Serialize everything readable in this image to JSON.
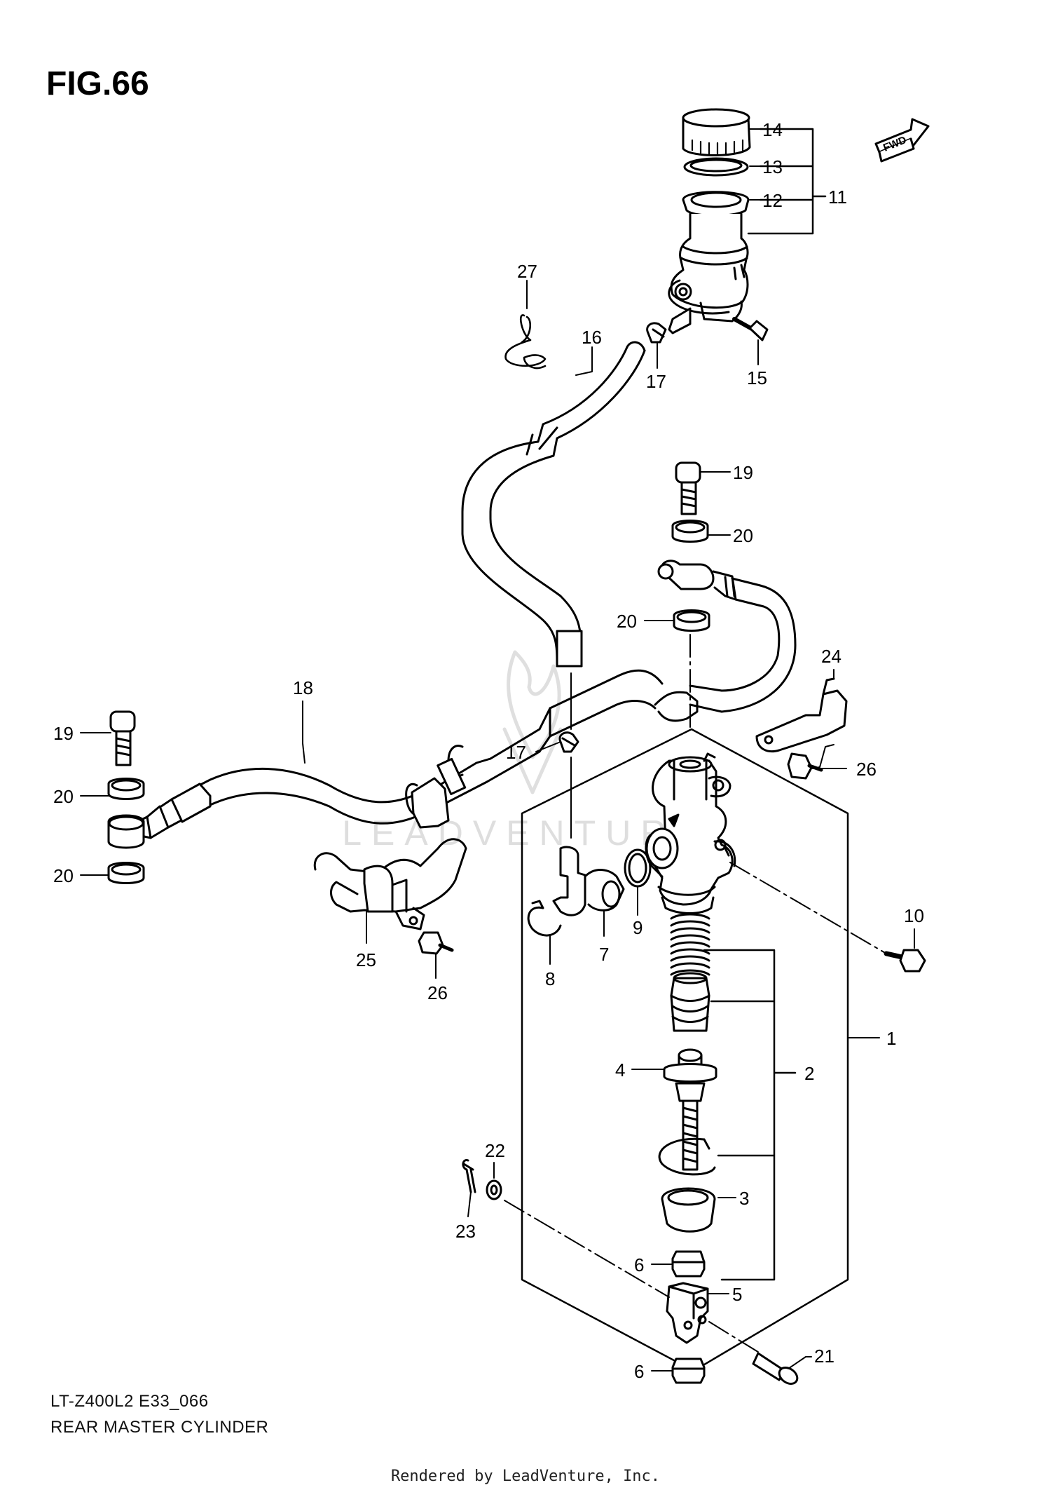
{
  "figure": {
    "title": "FIG.66",
    "model_code": "LT-Z400L2 E33_066",
    "caption": "REAR MASTER CYLINDER",
    "credit": "Rendered by LeadVenture, Inc.",
    "watermark": "LEADVENTURE",
    "forward_badge": "FWD"
  },
  "callouts": [
    {
      "id": "c14",
      "number": "14"
    },
    {
      "id": "c13",
      "number": "13"
    },
    {
      "id": "c12",
      "number": "12"
    },
    {
      "id": "c11",
      "number": "11"
    },
    {
      "id": "c27",
      "number": "27"
    },
    {
      "id": "c16",
      "number": "16"
    },
    {
      "id": "c17a",
      "number": "17"
    },
    {
      "id": "c15",
      "number": "15"
    },
    {
      "id": "c19a",
      "number": "19"
    },
    {
      "id": "c20a",
      "number": "20"
    },
    {
      "id": "c20b",
      "number": "20"
    },
    {
      "id": "c24",
      "number": "24"
    },
    {
      "id": "c26a",
      "number": "26"
    },
    {
      "id": "c18",
      "number": "18"
    },
    {
      "id": "c19b",
      "number": "19"
    },
    {
      "id": "c20c",
      "number": "20"
    },
    {
      "id": "c20d",
      "number": "20"
    },
    {
      "id": "c17b",
      "number": "17"
    },
    {
      "id": "c10",
      "number": "10"
    },
    {
      "id": "c9",
      "number": "9"
    },
    {
      "id": "c7",
      "number": "7"
    },
    {
      "id": "c8",
      "number": "8"
    },
    {
      "id": "c25",
      "number": "25"
    },
    {
      "id": "c26b",
      "number": "26"
    },
    {
      "id": "c1",
      "number": "1"
    },
    {
      "id": "c4",
      "number": "4"
    },
    {
      "id": "c2",
      "number": "2"
    },
    {
      "id": "c22",
      "number": "22"
    },
    {
      "id": "c23",
      "number": "23"
    },
    {
      "id": "c3",
      "number": "3"
    },
    {
      "id": "c6a",
      "number": "6"
    },
    {
      "id": "c5",
      "number": "5"
    },
    {
      "id": "c6b",
      "number": "6"
    },
    {
      "id": "c21",
      "number": "21"
    }
  ],
  "colors": {
    "ink": "#000000",
    "paper": "#ffffff",
    "watermark": "#d9d9d9"
  }
}
